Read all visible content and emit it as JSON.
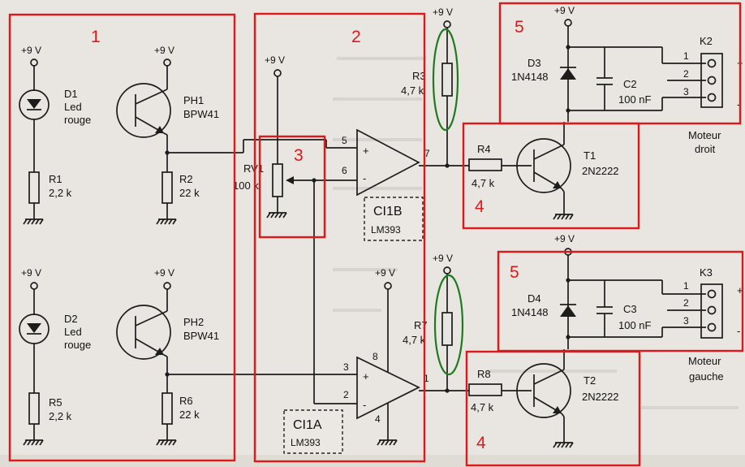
{
  "sections": [
    "1",
    "2",
    "3",
    "4",
    "5",
    "5",
    "4"
  ],
  "supply": "+9 V",
  "components": {
    "D1": {
      "ref": "D1",
      "l1": "Led",
      "l2": "rouge"
    },
    "D2": {
      "ref": "D2",
      "l1": "Led",
      "l2": "rouge"
    },
    "PH1": {
      "ref": "PH1",
      "part": "BPW41"
    },
    "PH2": {
      "ref": "PH2",
      "part": "BPW41"
    },
    "R1": {
      "ref": "R1",
      "val": "2,2 k"
    },
    "R2": {
      "ref": "R2",
      "val": "22 k"
    },
    "R5": {
      "ref": "R5",
      "val": "2,2 k"
    },
    "R6": {
      "ref": "R6",
      "val": "22 k"
    },
    "RV1": {
      "ref": "RV1",
      "val": "100 k"
    },
    "R3": {
      "ref": "R3",
      "val": "4,7 k"
    },
    "R7": {
      "ref": "R7",
      "val": "4,7 k"
    },
    "R4": {
      "ref": "R4",
      "val": "4,7 k"
    },
    "R8": {
      "ref": "R8",
      "val": "4,7 k"
    },
    "T1": {
      "ref": "T1",
      "part": "2N2222"
    },
    "T2": {
      "ref": "T2",
      "part": "2N2222"
    },
    "D3": {
      "ref": "D3",
      "part": "1N4148"
    },
    "D4": {
      "ref": "D4",
      "part": "1N4148"
    },
    "C2": {
      "ref": "C2",
      "val": "100 nF"
    },
    "C3": {
      "ref": "C3",
      "val": "100 nF"
    },
    "CI1B": {
      "ref": "CI1B",
      "part": "LM393"
    },
    "CI1A": {
      "ref": "CI1A",
      "part": "LM393"
    },
    "K2": {
      "ref": "K2",
      "name1": "Moteur",
      "name2": "droit"
    },
    "K3": {
      "ref": "K3",
      "name1": "Moteur",
      "name2": "gauche"
    }
  },
  "pins": {
    "u1b": {
      "inp": "5",
      "inn": "6",
      "out": "7"
    },
    "u1a": {
      "inp": "3",
      "inn": "2",
      "out": "1",
      "vcc": "8",
      "gnd": "4"
    },
    "k": [
      "1",
      "2",
      "3"
    ],
    "plus": "+",
    "minus": "-"
  },
  "colors": {
    "box": "#e01818",
    "oval": "#1f7a1f",
    "ink": "#1c1c1c",
    "paper": "#e9e6e1"
  }
}
